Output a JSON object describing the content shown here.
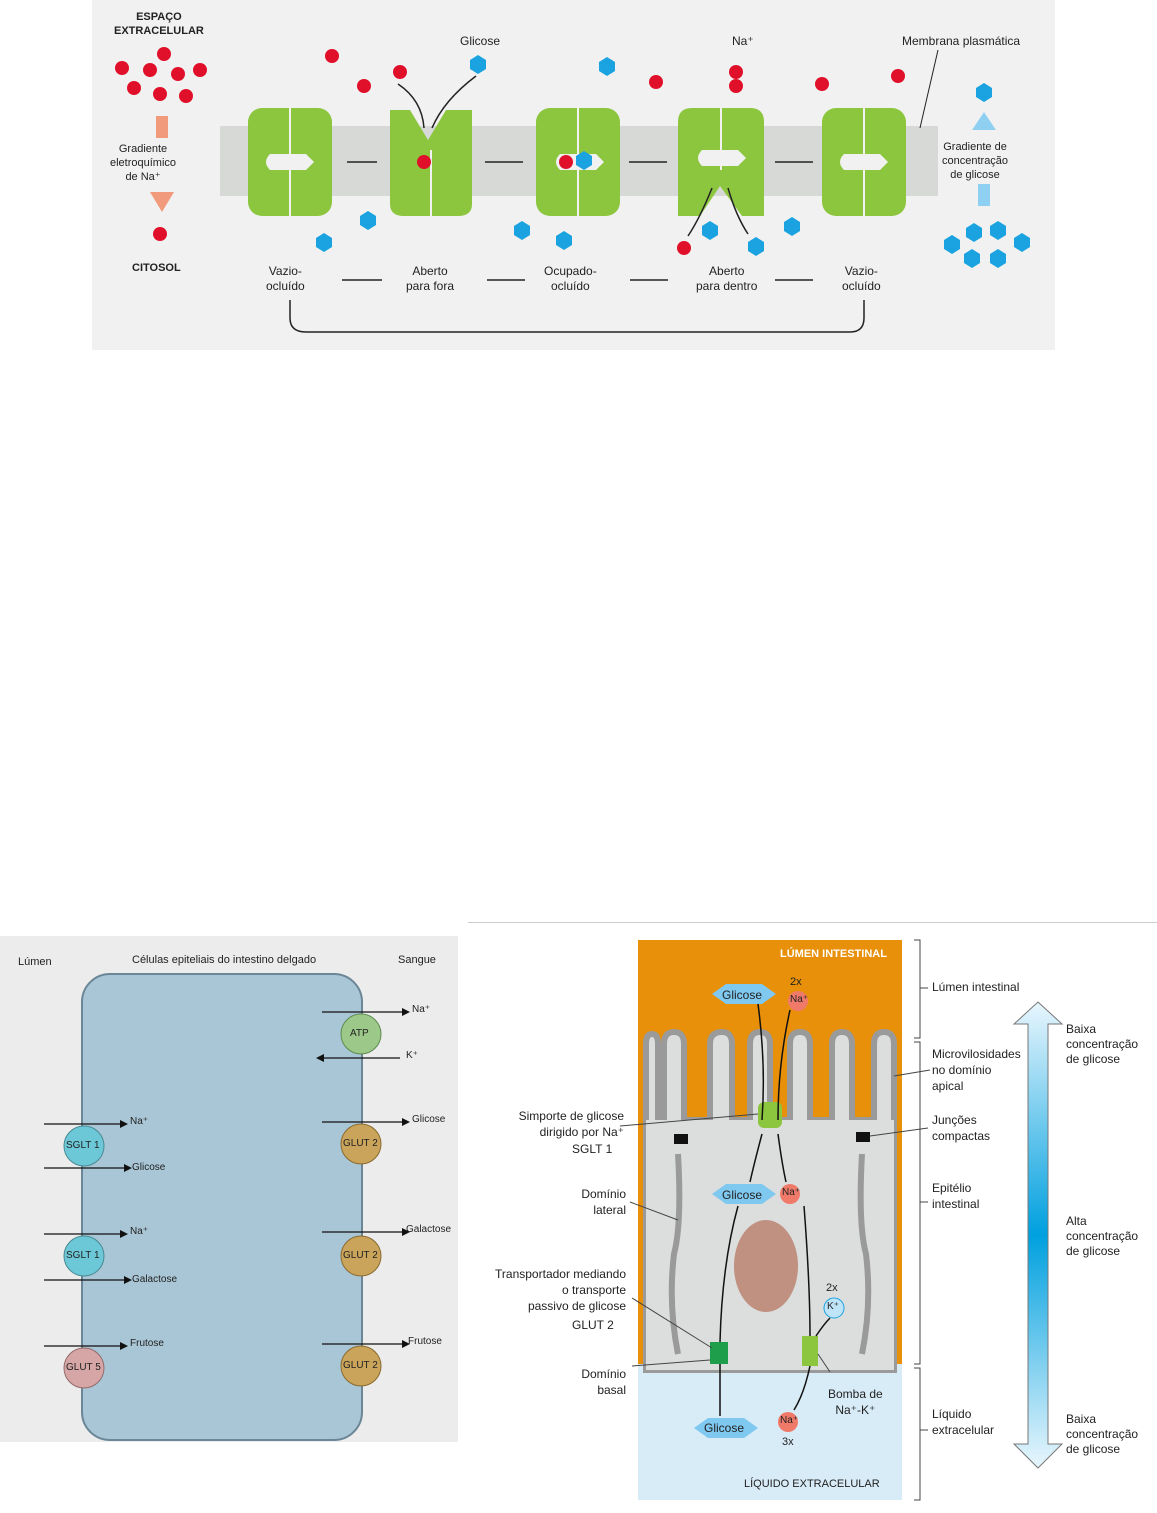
{
  "fig1": {
    "extracellular": "ESPAÇO\nEXTRACELULAR",
    "cytosol": "CITOSOL",
    "na_gradient": "Gradiente\neletroquímico\nde Na⁺",
    "glucose_gradient": "Gradiente de\nconcentração\nde glicose",
    "glucose_label": "Glicose",
    "na_label": "Na⁺",
    "membrane_label": "Membrana plasmática",
    "states": [
      "Vazio-\nocluído",
      "Aberto\npara fora",
      "Ocupado-\nocluído",
      "Aberto\npara dentro",
      "Vazio-\nocluído"
    ],
    "colors": {
      "background": "#f1f1f1",
      "membrane": "#d6d9d6",
      "transporter": "#8cc63f",
      "sodium": "#e0102a",
      "glucose": "#1aa3e0",
      "na_arrow": "#f29a7c",
      "glc_arrow": "#8fd0f2"
    }
  },
  "fig2": {
    "lumen": "Lúmen",
    "title": "Células epiteliais do intestino delgado",
    "blood": "Sangue",
    "left_transporters": [
      {
        "name": "SGLT 1",
        "in1": "Na⁺",
        "in2": "Glicose"
      },
      {
        "name": "SGLT 1",
        "in1": "Na⁺",
        "in2": "Galactose"
      },
      {
        "name": "GLUT 5",
        "in1": "Frutose"
      }
    ],
    "pump": {
      "name": "ATP",
      "out": "Na⁺",
      "in": "K⁺"
    },
    "right_transporters": [
      {
        "name": "GLUT 2",
        "sub": "Glicose"
      },
      {
        "name": "GLUT 2",
        "sub": "Galactose"
      },
      {
        "name": "GLUT 2",
        "sub": "Frutose"
      }
    ],
    "colors": {
      "cell": "#a9c6d6",
      "sglt": "#6cc8d6",
      "glut": "#c9a45a",
      "glut5": "#d6a6a6",
      "atp": "#9cc98a"
    }
  },
  "fig3": {
    "lumen_banner": "LÚMEN INTESTINAL",
    "ecf_banner": "LÍQUIDO EXTRACELULAR",
    "glicose": "Glicose",
    "na": "Na⁺",
    "k": "K⁺",
    "x2": "2x",
    "x3": "3x",
    "left_labels": {
      "symport": "Simporte de glicose\ndirigido por Na⁺",
      "sglt1": "SGLT 1",
      "lateral": "Domínio\nlateral",
      "passive": "Transportador mediando\no transporte\npassivo de glicose",
      "glut2": "GLUT 2",
      "basal": "Domínio\nbasal"
    },
    "pump_label": "Bomba de\nNa⁺-K⁺",
    "right_labels": {
      "lumen": "Lúmen intestinal",
      "microvilli": "Microvilosidades\nno domínio\napical",
      "tight": "Junções\ncompactas",
      "epithelium": "Epitélio\nintestinal",
      "ecf": "Líquido\nextracelular"
    },
    "gradient_labels": {
      "top": "Baixa\nconcentração\nde glicose",
      "mid": "Alta\nconcentração\nde glicose",
      "bottom": "Baixa\nconcentração\nde glicose"
    },
    "colors": {
      "lumen": "#e8900a",
      "cell": "#dcdede",
      "ecf": "#d8ecf7",
      "membrane": "#9a9a9a",
      "glucose": "#7fc8ef",
      "sodium": "#f07a6a",
      "potassium": "#bfe3f7",
      "nucleus": "#c09080",
      "sglt": "#8cc63f",
      "glut": "#1e9e4a"
    }
  }
}
